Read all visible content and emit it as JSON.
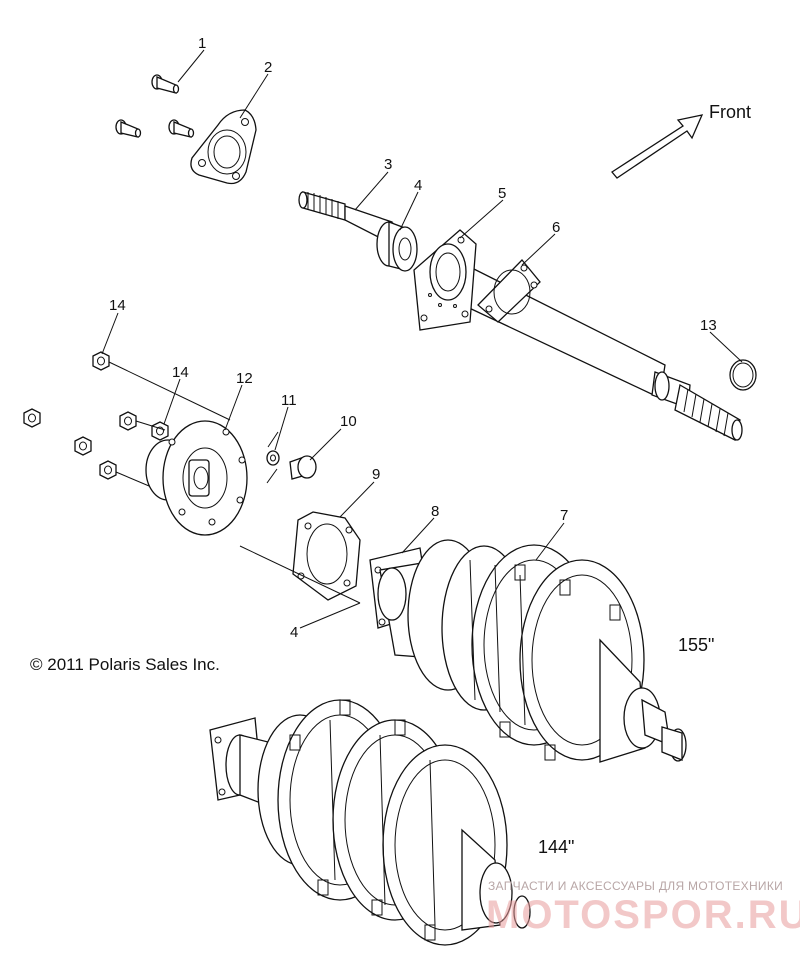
{
  "labels": {
    "l1": "1",
    "l2": "2",
    "l3": "3",
    "l4a": "4",
    "l5": "5",
    "l6": "6",
    "l7": "7",
    "l8": "8",
    "l9": "9",
    "l10": "10",
    "l11": "11",
    "l12": "12",
    "l13": "13",
    "l14a": "14",
    "l14b": "14",
    "l4b": "4"
  },
  "front_label": "Front",
  "copyright": "© 2011 Polaris Sales Inc.",
  "size_155": "155\"",
  "size_144": "144\"",
  "watermark": {
    "line1": "ЗАПЧАСТИ И АКСЕССУАРЫ ДЛЯ МОТОТЕХНИКИ",
    "line2": "MOTOSPOR.RU"
  }
}
